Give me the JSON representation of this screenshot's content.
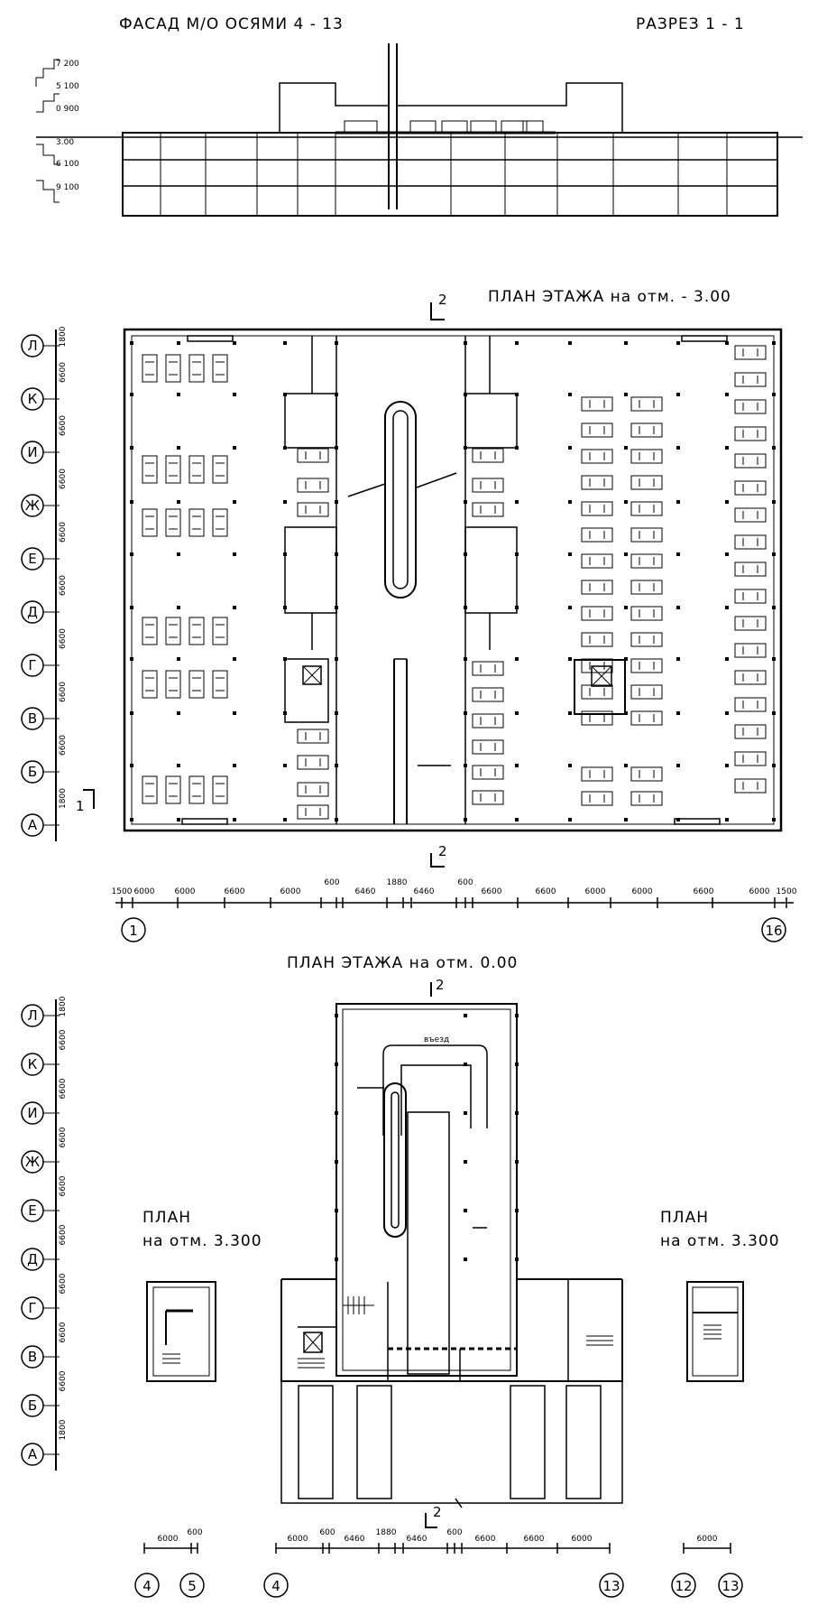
{
  "titles": {
    "facade": "ФАСАД  М/О  ОСЯМИ  4 - 13",
    "section": "РАЗРЕЗ  1 - 1",
    "plan_minus": "ПЛАН   ЭТАЖА  на  отм. - 3.00",
    "plan_zero": "ПЛАН   ЭТАЖА  на  отм.  0.00",
    "plan_left_1": "ПЛАН",
    "plan_left_2": "на  отм.  3.300",
    "plan_right_1": "ПЛАН",
    "plan_right_2": "на  отм.  3.300"
  },
  "section_marks": {
    "two": "2",
    "one": "1"
  },
  "elevations": [
    "7 200",
    "5 100",
    "0 900",
    "3.00",
    "6 100",
    "9 100"
  ],
  "row_axes": [
    "Л",
    "К",
    "И",
    "Ж",
    "Е",
    "Д",
    "Г",
    "В",
    "Б",
    "А"
  ],
  "row_dims_top": [
    "1800",
    "6600",
    "6600",
    "6600",
    "6600",
    "6600",
    "6600",
    "6600",
    "6600",
    "1800"
  ],
  "row_dims_bottom": [
    "1800",
    "6600",
    "6600",
    "6600",
    "6600",
    "6600",
    "6600",
    "6600",
    "6600",
    "1800"
  ],
  "col_dims_top": [
    "1500",
    "6000",
    "6000",
    "6600",
    "6000",
    "600",
    "6460",
    "1880",
    "6460",
    "600",
    "6600",
    "6600",
    "6000",
    "6000",
    "6600",
    "6000",
    "1500"
  ],
  "col_axes_top": [
    "1",
    "16"
  ],
  "col_dims_bottom_main": [
    "6000",
    "600",
    "6460",
    "1880",
    "6460",
    "600",
    "6600",
    "6600",
    "6000"
  ],
  "col_axes_bottom_main": [
    "4",
    "13"
  ],
  "col_dims_bottom_left": [
    "6000",
    "600"
  ],
  "col_axes_bottom_left": [
    "4",
    "5"
  ],
  "col_dims_bottom_right": [
    "6000"
  ],
  "col_axes_bottom_right": [
    "12",
    "13"
  ],
  "ramp_label": "въезд"
}
